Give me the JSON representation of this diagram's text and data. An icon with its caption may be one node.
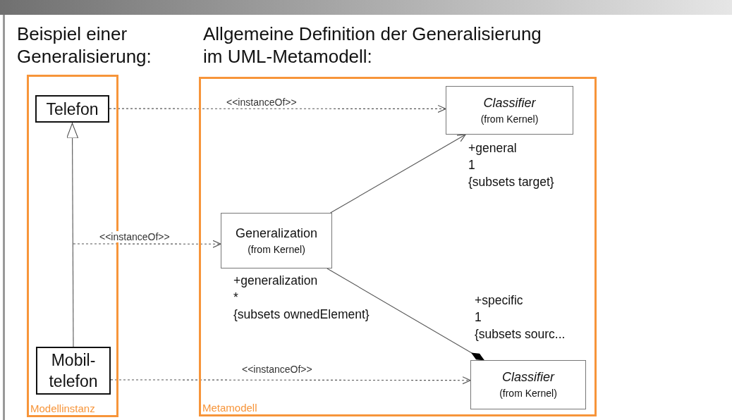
{
  "diagram": {
    "nodes": [
      {
        "text": [
          "Modellinstanz"
        ]
      },
      {
        "text": [
          "Metamodell"
        ]
      },
      {
        "text": [
          "Telefon"
        ],
        "in": 0
      },
      {
        "text": [
          "Mobil- telefon"
        ],
        "in": 0
      },
      {
        "text": [
          "Classifier",
          "(from Kernel)"
        ],
        "in": 1,
        "beside": [
          "+general",
          "1",
          "{subsets target}"
        ]
      },
      {
        "text": [
          "Generalization",
          "(from Kernel)"
        ],
        "in": 1,
        "beside": [
          "+generalization",
          "*",
          "{subsets ownedElement}"
        ]
      },
      {
        "text": [
          "Classifier",
          "(from Kernel)"
        ],
        "in": 1,
        "beside": [
          "+specific",
          "1",
          "{subsets sourc..."
        ]
      }
    ],
    "edges": [
      {
        "from": 3,
        "to": 2,
        "arrow": "to"
      },
      {
        "from": 2,
        "to": 4,
        "arrow": "to",
        "label": "<<instanceOf>>",
        "style": "dashed"
      },
      {
        "from": null,
        "to": 5,
        "arrow": "to",
        "label": "<<instanceOf>>",
        "style": "dashed"
      },
      {
        "from": 3,
        "to": 6,
        "arrow": "to",
        "label": "<<instanceOf>>",
        "style": "dashed"
      },
      {
        "from": 5,
        "to": 4,
        "arrow": "to"
      },
      {
        "from": 5,
        "to": 6,
        "arrow": "other"
      }
    ],
    "labels": [
      "Beispiel einer Generalisierung:",
      "Allgemeine Definition der Generalisierung im UML-Metamodell:"
    ]
  }
}
